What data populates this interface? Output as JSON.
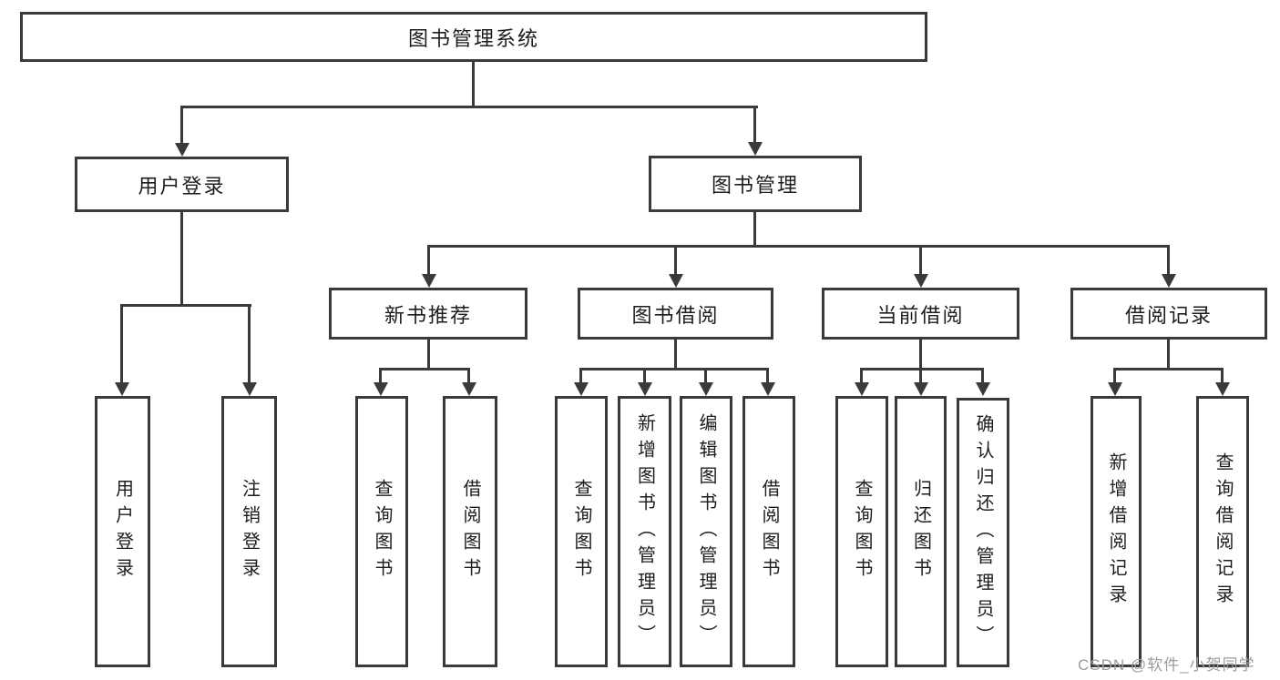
{
  "diagram": {
    "title_node": {
      "label": "图书管理系统"
    },
    "level1": [
      {
        "label": "用户登录"
      },
      {
        "label": "图书管理"
      }
    ],
    "level2": [
      {
        "label": "新书推荐"
      },
      {
        "label": "图书借阅"
      },
      {
        "label": "当前借阅"
      },
      {
        "label": "借阅记录"
      }
    ],
    "leaves": [
      {
        "label": "用户登录"
      },
      {
        "label": "注销登录"
      },
      {
        "label": "查询图书"
      },
      {
        "label": "借阅图书"
      },
      {
        "label": "查询图书"
      },
      {
        "label": "新增图书（管理员）"
      },
      {
        "label": "编辑图书（管理员）"
      },
      {
        "label": "借阅图书"
      },
      {
        "label": "查询图书"
      },
      {
        "label": "归还图书"
      },
      {
        "label": "确认归还（管理员）"
      },
      {
        "label": "新增借阅记录"
      },
      {
        "label": "查询借阅记录"
      }
    ]
  },
  "watermark": {
    "text": "CSDN @软件_小贺同学"
  },
  "colors": {
    "line": "#3a3a3a",
    "box_fill": "#ffffff",
    "text": "#1d1d1d",
    "watermark": "#9c9c9c"
  }
}
